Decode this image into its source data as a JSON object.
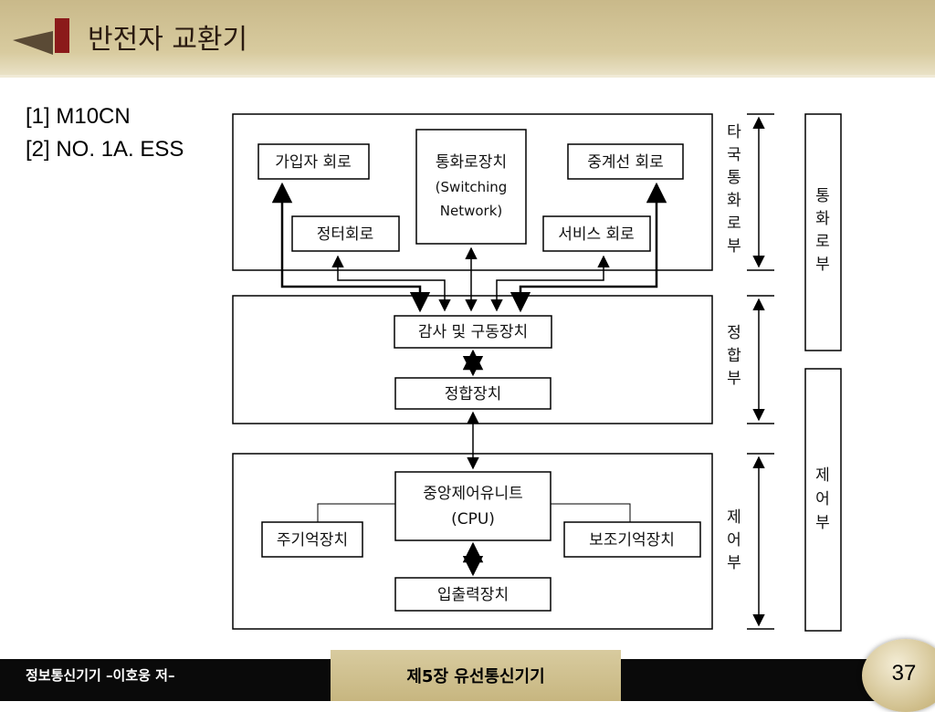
{
  "slide": {
    "title": "반전자 교환기",
    "references": [
      "[1] M10CN",
      "[2] NO. 1A. ESS"
    ]
  },
  "diagram": {
    "nodes": {
      "subscriber_circuit": "가입자 회로",
      "switching_network_line1": "통화로장치",
      "switching_network_line2": "(Switching",
      "switching_network_line3": "Network)",
      "trunk_circuit": "중계선 회로",
      "junctor_circuit": "정터회로",
      "service_circuit": "서비스 회로",
      "scanner_driver": "감사 및 구동장치",
      "interface_unit": "정합장치",
      "cpu_line1": "중앙제어유니트",
      "cpu_line2": "(CPU)",
      "main_memory": "주기억장치",
      "aux_memory": "보조기억장치",
      "io_unit": "입출력장치"
    },
    "side_labels": {
      "other_office_speech": [
        "타",
        "국",
        "통",
        "화",
        "로",
        "부"
      ],
      "interface_section": [
        "정",
        "합",
        "부"
      ],
      "control_section": [
        "제",
        "어",
        "부"
      ]
    },
    "group_labels": {
      "speech_section": [
        "통",
        "화",
        "로",
        "부"
      ],
      "control_group": [
        "제",
        "어",
        "부"
      ]
    }
  },
  "footer": {
    "left_text": "정보통신기기 –이호웅 저–",
    "chapter": "제5장 유선통신기기",
    "page_number": "37"
  },
  "colors": {
    "header_bg": "#d3c596",
    "footer_bg": "#0a0a0a",
    "accent_red": "#8b1a1a"
  }
}
